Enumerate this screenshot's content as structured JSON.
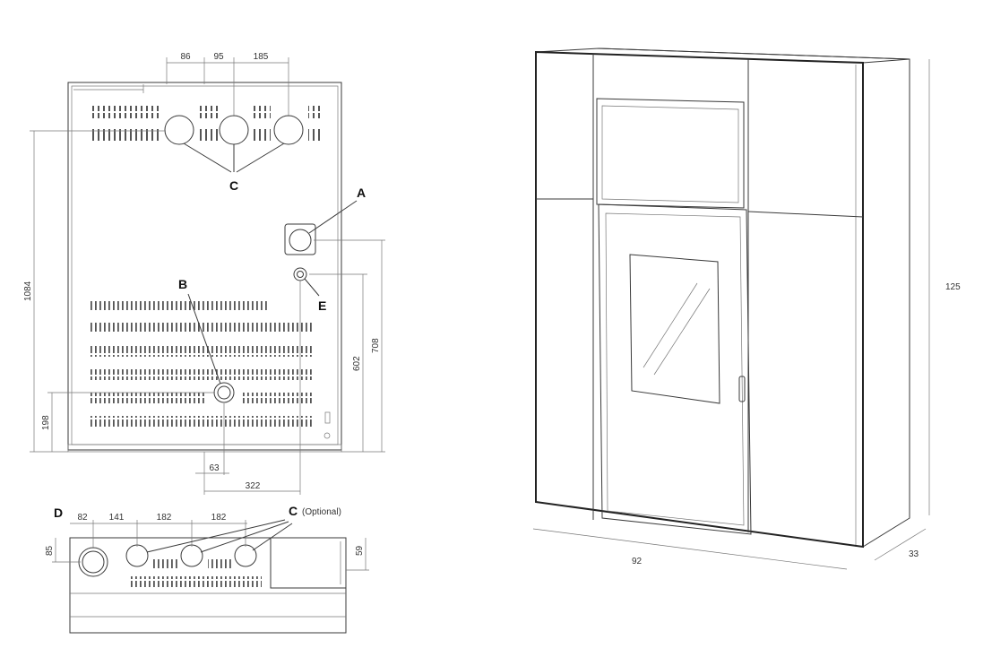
{
  "rear_view": {
    "top_dims": [
      "86",
      "95",
      "185"
    ],
    "left_dims": [
      "1084",
      "198"
    ],
    "right_dims": [
      "602",
      "708"
    ],
    "bottom_dims": [
      "63",
      "322"
    ],
    "labels": {
      "a": "A",
      "b": "B",
      "c": "C",
      "e": "E"
    }
  },
  "top_view": {
    "label_d": "D",
    "label_c": "C",
    "label_c_note": "(Optional)",
    "dims": [
      "82",
      "141",
      "182",
      "182"
    ],
    "side_dims": [
      "85",
      "59"
    ]
  },
  "perspective": {
    "height": "125",
    "width": "92",
    "depth": "33"
  }
}
